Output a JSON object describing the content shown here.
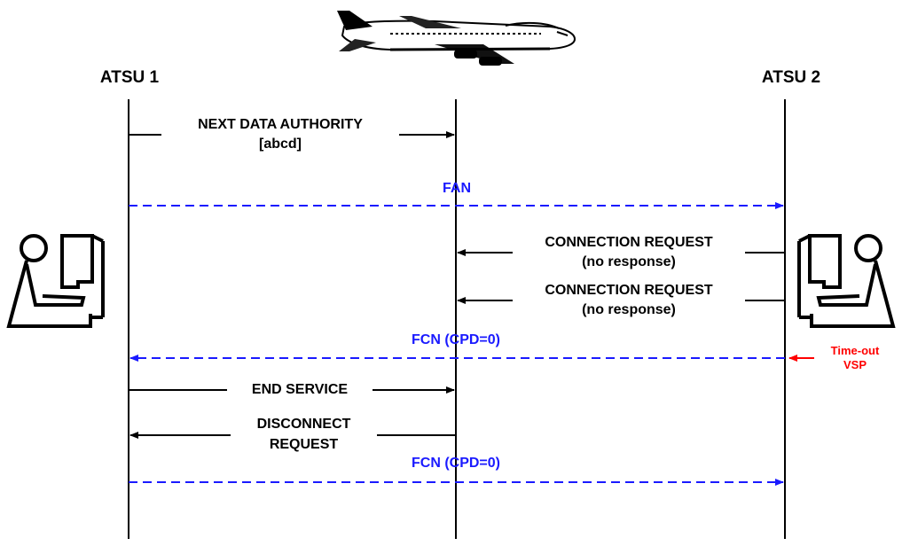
{
  "entities": {
    "atsu1": "ATSU 1",
    "atsu2": "ATSU 2"
  },
  "messages": {
    "nda_line1": "NEXT DATA AUTHORITY",
    "nda_line2": "[abcd]",
    "fan": "FAN",
    "cr1_line1": "CONNECTION REQUEST",
    "cr1_line2": "(no response)",
    "cr2_line1": "CONNECTION REQUEST",
    "cr2_line2": "(no response)",
    "fcn1": "FCN (CPD=0)",
    "end_service": "END SERVICE",
    "disc_line1": "DISCONNECT",
    "disc_line2": "REQUEST",
    "fcn2": "FCN (CPD=0)"
  },
  "annotation": {
    "line1": "Time-out",
    "line2": "VSP"
  },
  "icons": {
    "aircraft": "airplane-icon",
    "controller_left": "controller-workstation-icon",
    "controller_right": "controller-workstation-icon"
  },
  "colors": {
    "message": "#000000",
    "dashed_message": "#1a1aff",
    "timeout": "#ff0000"
  }
}
